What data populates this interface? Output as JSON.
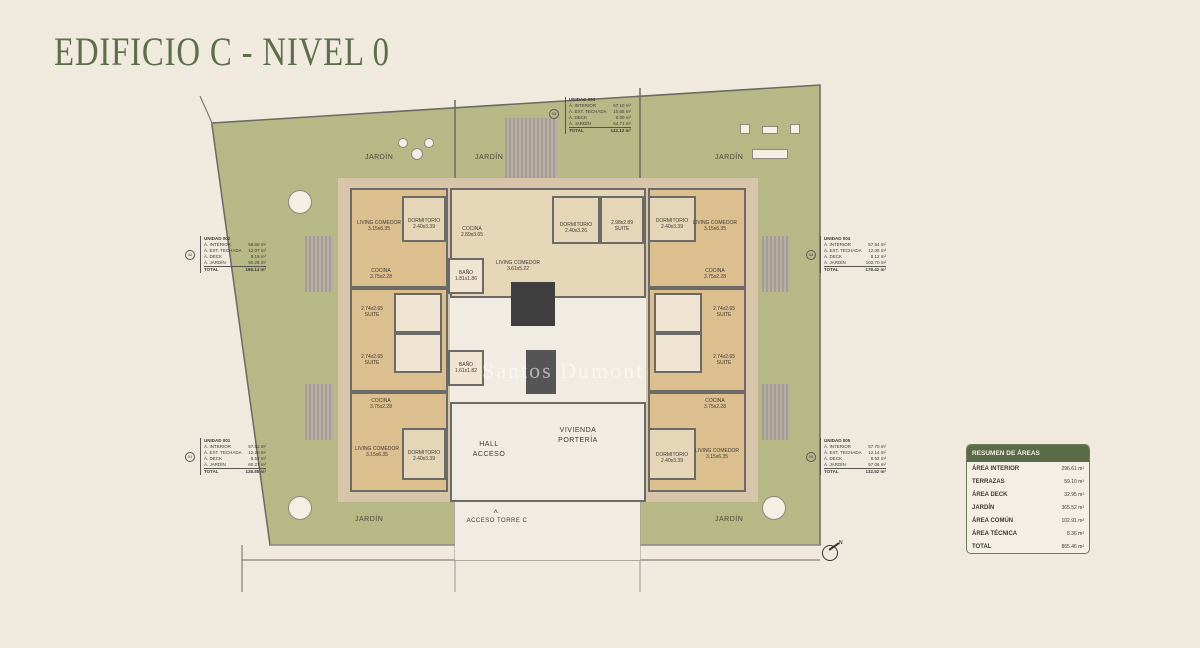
{
  "title": "EDIFICIO C - NIVEL 0",
  "gardens": [
    {
      "id": "nw",
      "label": "JARDÍN"
    },
    {
      "id": "n",
      "label": "JARDÍN"
    },
    {
      "id": "ne",
      "label": "JARDÍN"
    },
    {
      "id": "sw",
      "label": "JARDÍN"
    },
    {
      "id": "se",
      "label": "JARDÍN"
    }
  ],
  "units": [
    {
      "name": "UNIDAD 003",
      "badge": "03",
      "rows": [
        [
          "Á. INTERIOR",
          "67.10 m²"
        ],
        [
          "Á. EXT. TECHADA",
          "10.68 m²"
        ],
        [
          "Á. DECK",
          "0.00 m²"
        ],
        [
          "Á. JARDÍN",
          "64.71 m²"
        ]
      ],
      "total": [
        "TOTAL",
        "142.12 m²"
      ]
    },
    {
      "name": "UNIDAD 002",
      "badge": "02",
      "rows": [
        [
          "Á. INTERIOR",
          "56.60 m²"
        ],
        [
          "Á. EXT. TECHADA",
          "12.07 m²"
        ],
        [
          "Á. DECK",
          "8.19 m²"
        ],
        [
          "Á. JARDÍN",
          "90.28 m²"
        ]
      ],
      "total": [
        "TOTAL",
        "166.14 m²"
      ]
    },
    {
      "name": "UNIDAD 004",
      "badge": "04",
      "rows": [
        [
          "Á. INTERIOR",
          "57.54 m²"
        ],
        [
          "Á. EXT. TECHADA",
          "12.05 m²"
        ],
        [
          "Á. DECK",
          "8.12 m²"
        ],
        [
          "Á. JARDÍN",
          "102.70 m²"
        ]
      ],
      "total": [
        "TOTAL",
        "178.42 m²"
      ]
    },
    {
      "name": "UNIDAD 001",
      "badge": "01",
      "rows": [
        [
          "Á. INTERIOR",
          "57.82 m²"
        ],
        [
          "Á. EXT. TECHADA",
          "12.20 m²"
        ],
        [
          "Á. DECK",
          "8.52 m²"
        ],
        [
          "Á. JARDÍN",
          "60.27 m²"
        ]
      ],
      "total": [
        "TOTAL",
        "138.85 m²"
      ]
    },
    {
      "name": "UNIDAD 005",
      "badge": "05",
      "rows": [
        [
          "Á. INTERIOR",
          "57.70 m²"
        ],
        [
          "Á. EXT. TECHADA",
          "12.14 m²"
        ],
        [
          "Á. DECK",
          "8.52 m²"
        ],
        [
          "Á. JARDÍN",
          "57.06 m²"
        ]
      ],
      "total": [
        "TOTAL",
        "132.52 m²"
      ]
    }
  ],
  "rooms": {
    "living_comedor_a": "LIVING COMEDOR\n3.15x6.35",
    "dormitorio_a": "DORMITORIO\n2.40x3.39",
    "cocina_a": "COCINA\n3.75x2.28",
    "cocina_center": "COCINA\n2.89x3.65",
    "living_comedor_center": "LIVING COMEDOR\n3.61x5.22",
    "dormitorio_center": "DORMITORIO\n2.40x3.26",
    "suite_center": "2.98x2.89\nSUITE",
    "suite_1": "2.74x2.65\nSUITE",
    "suite_2": "2.74x2.65\nSUITE",
    "bano_center": "BAÑO\n1.81x1.86",
    "bano_2": "BAÑO\n1.61x1.82",
    "hall": "HALL\nACCESO",
    "porteria": "VIVIENDA\nPORTERÍA",
    "acceso": "ACCESO TORRE C"
  },
  "summary": {
    "title": "RESUMEN DE ÁREAS",
    "rows": [
      [
        "ÁREA INTERIOR",
        "296.61 m²"
      ],
      [
        "TERRAZAS",
        "59.10 m²"
      ],
      [
        "ÁREA DECK",
        "32.95 m²"
      ],
      [
        "JARDÍN",
        "365.52 m²"
      ],
      [
        "ÁREA COMÚN",
        "102.91 m²"
      ],
      [
        "ÁREA TÉCNICA",
        "8.36 m²"
      ],
      [
        "TOTAL",
        "865.46 m²"
      ]
    ]
  },
  "watermark": "Santos Dumont",
  "compass": "N"
}
